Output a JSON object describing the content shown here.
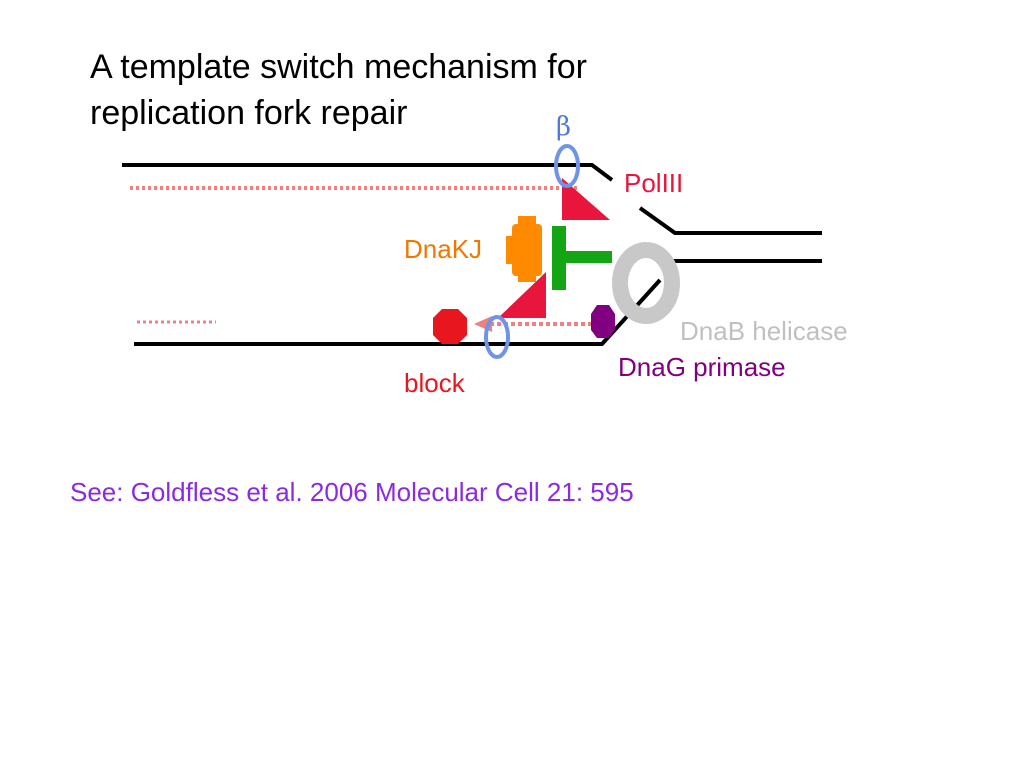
{
  "slide": {
    "title_line1": "A template switch mechanism for",
    "title_line2": "replication fork repair",
    "citation": "See: Goldfless et al. 2006 Molecular Cell 21: 595"
  },
  "labels": {
    "beta": "β",
    "poliii": "PolIII",
    "dnakj": "DnaKJ",
    "dnab": "DnaB helicase",
    "dnag": "DnaG primase",
    "block": "block"
  },
  "colors": {
    "dna_strand": "#000000",
    "nascent_strand": "#f08080",
    "beta_clamp": "#6f93e6",
    "beta_label": "#4f78d8",
    "poliii": "#e8163c",
    "dnakj": "#ff8a00",
    "dnakj_label": "#f07800",
    "tau_protein": "#14a514",
    "dnab_helicase": "#c8c8c8",
    "dnab_label": "#c0c0c0",
    "dnag_primase": "#800080",
    "block": "#e8161e",
    "block_label": "#e8161e",
    "citation": "#8a2be2"
  }
}
